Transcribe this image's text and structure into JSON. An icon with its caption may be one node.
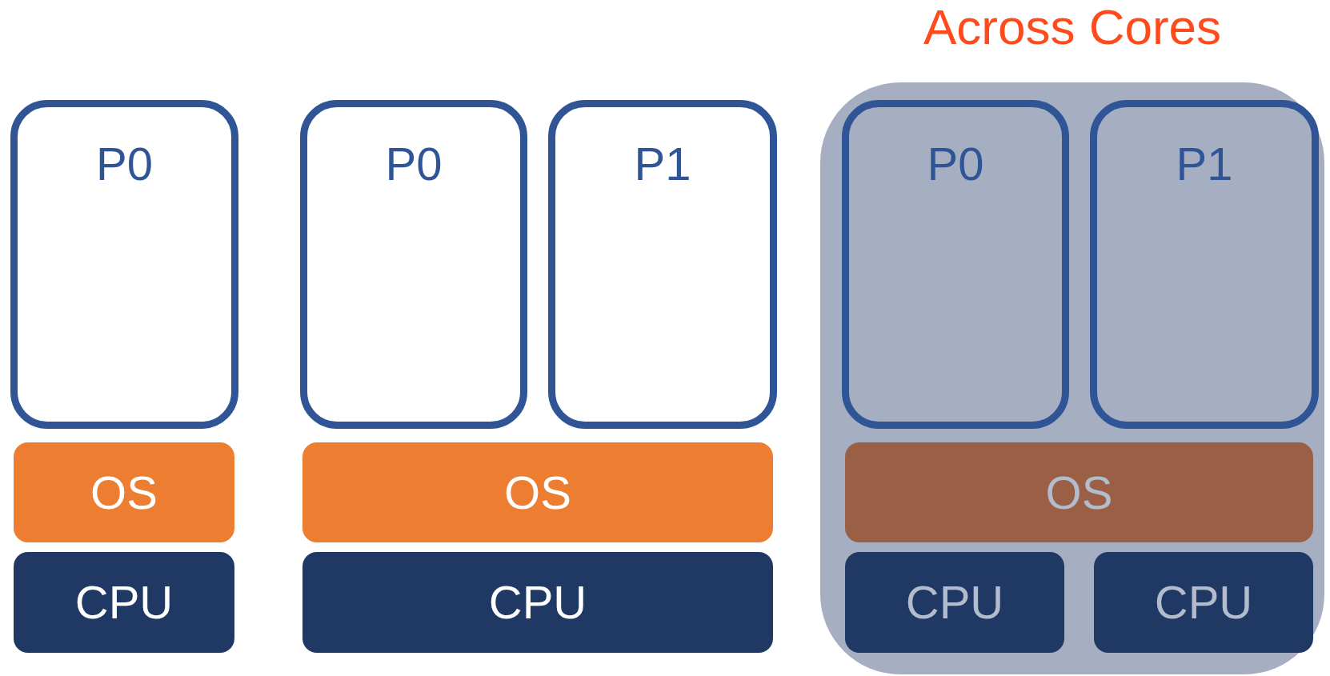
{
  "diagram": {
    "nodes": [
      {
        "text": [
          "P0"
        ]
      },
      {
        "text": [
          "OS"
        ]
      },
      {
        "text": [
          "CPU"
        ]
      },
      {
        "text": [
          "P0"
        ]
      },
      {
        "text": [
          "P1"
        ]
      },
      {
        "text": [
          "OS"
        ]
      },
      {
        "text": [
          "CPU"
        ]
      },
      {
        "text": [
          "Across Cores"
        ]
      },
      {
        "text": [
          "P0"
        ],
        "in": 7
      },
      {
        "text": [
          "P1"
        ],
        "in": 7
      },
      {
        "text": [
          "OS"
        ],
        "in": 7
      },
      {
        "text": [
          "CPU"
        ],
        "in": 7
      },
      {
        "text": [
          "CPU"
        ],
        "in": 7
      }
    ],
    "edges": []
  }
}
